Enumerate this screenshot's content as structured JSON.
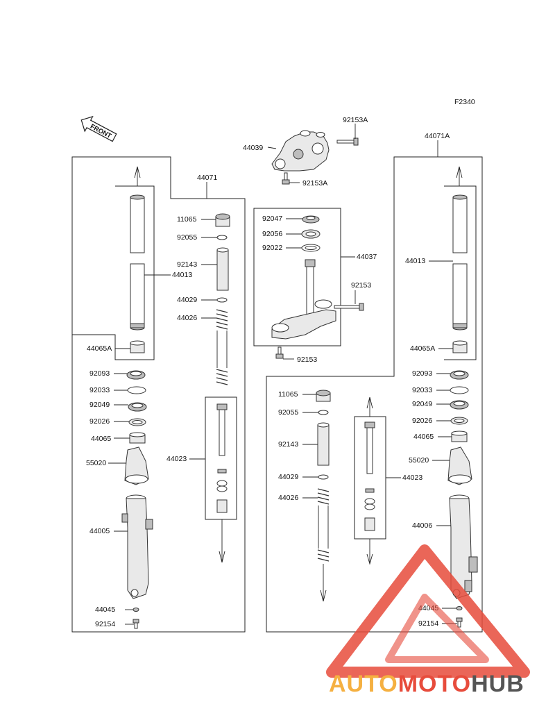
{
  "figure_code": "F2340",
  "front_label": "FRONT",
  "watermark": {
    "part1": "AUTO",
    "part2": "MOTO",
    "part3": "HUB",
    "color1": "#f5b041",
    "color2": "#e74c3c",
    "color3": "#555555"
  },
  "labels": {
    "top_bridge": "44039",
    "top_bolt_1": "92153A",
    "top_bolt_2": "92153A",
    "left_assy": "44071",
    "right_assy": "44071A",
    "steering_stem": "44037",
    "stem_nut": "92047",
    "stem_washer": "92056",
    "stem_seal": "92022",
    "stem_bolt_1": "92153",
    "stem_bolt_2": "92153",
    "left_cap": "11065",
    "left_oring": "92055",
    "left_pipe": "92143",
    "left_collar": "44029",
    "left_spring": "44026",
    "left_cartridge": "44023",
    "left_tube": "44013",
    "left_bush_a": "44065A",
    "left_dust_seal": "92093",
    "left_clip": "92033",
    "left_oil_seal": "92049",
    "left_washer": "92026",
    "left_bush": "44065",
    "left_guard": "55020",
    "left_outer": "44005",
    "left_gasket": "44045",
    "left_bolt": "92154",
    "right_cap": "11065",
    "right_oring": "92055",
    "right_pipe": "92143",
    "right_collar": "44029",
    "right_spring": "44026",
    "right_cartridge": "44023",
    "right_tube": "44013",
    "right_bush_a": "44065A",
    "right_dust_seal": "92093",
    "right_clip": "92033",
    "right_oil_seal": "92049",
    "right_washer": "92026",
    "right_bush": "44065",
    "right_guard": "55020",
    "right_outer": "44006",
    "right_gasket": "44045",
    "right_bolt": "92154"
  }
}
